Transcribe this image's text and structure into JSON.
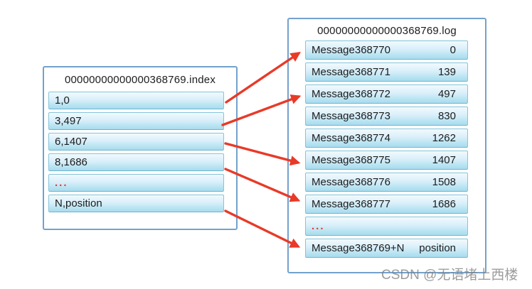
{
  "diagram": {
    "index_file": {
      "title": "00000000000000368769.index",
      "rows": [
        "1,0",
        "3,497",
        "6,1407",
        "8,1686",
        "...",
        "N,position"
      ]
    },
    "log_file": {
      "title": "00000000000000368769.log",
      "rows": [
        {
          "message": "Message368770",
          "position": "0"
        },
        {
          "message": "Message368771",
          "position": "139"
        },
        {
          "message": "Message368772",
          "position": "497"
        },
        {
          "message": "Message368773",
          "position": "830"
        },
        {
          "message": "Message368774",
          "position": "1262"
        },
        {
          "message": "Message368775",
          "position": "1407"
        },
        {
          "message": "Message368776",
          "position": "1508"
        },
        {
          "message": "Message368777",
          "position": "1686"
        },
        {
          "message": "...",
          "position": ""
        },
        {
          "message": "Message368769+N",
          "position": "position"
        }
      ]
    },
    "arrows": [
      {
        "from": "1,0",
        "to": "Message368770"
      },
      {
        "from": "3,497",
        "to": "Message368772"
      },
      {
        "from": "6,1407",
        "to": "Message368775"
      },
      {
        "from": "8,1686",
        "to": "Message368777"
      },
      {
        "from": "N,position",
        "to": "Message368769+N"
      }
    ],
    "colors": {
      "arrow": "#e83a28",
      "box_border": "#73a1cc",
      "row_border": "#85c4da",
      "row_fill_top": "#f1fafd",
      "row_fill_bottom": "#a8dbee"
    },
    "watermark": "CSDN @无语堵上西楼"
  }
}
